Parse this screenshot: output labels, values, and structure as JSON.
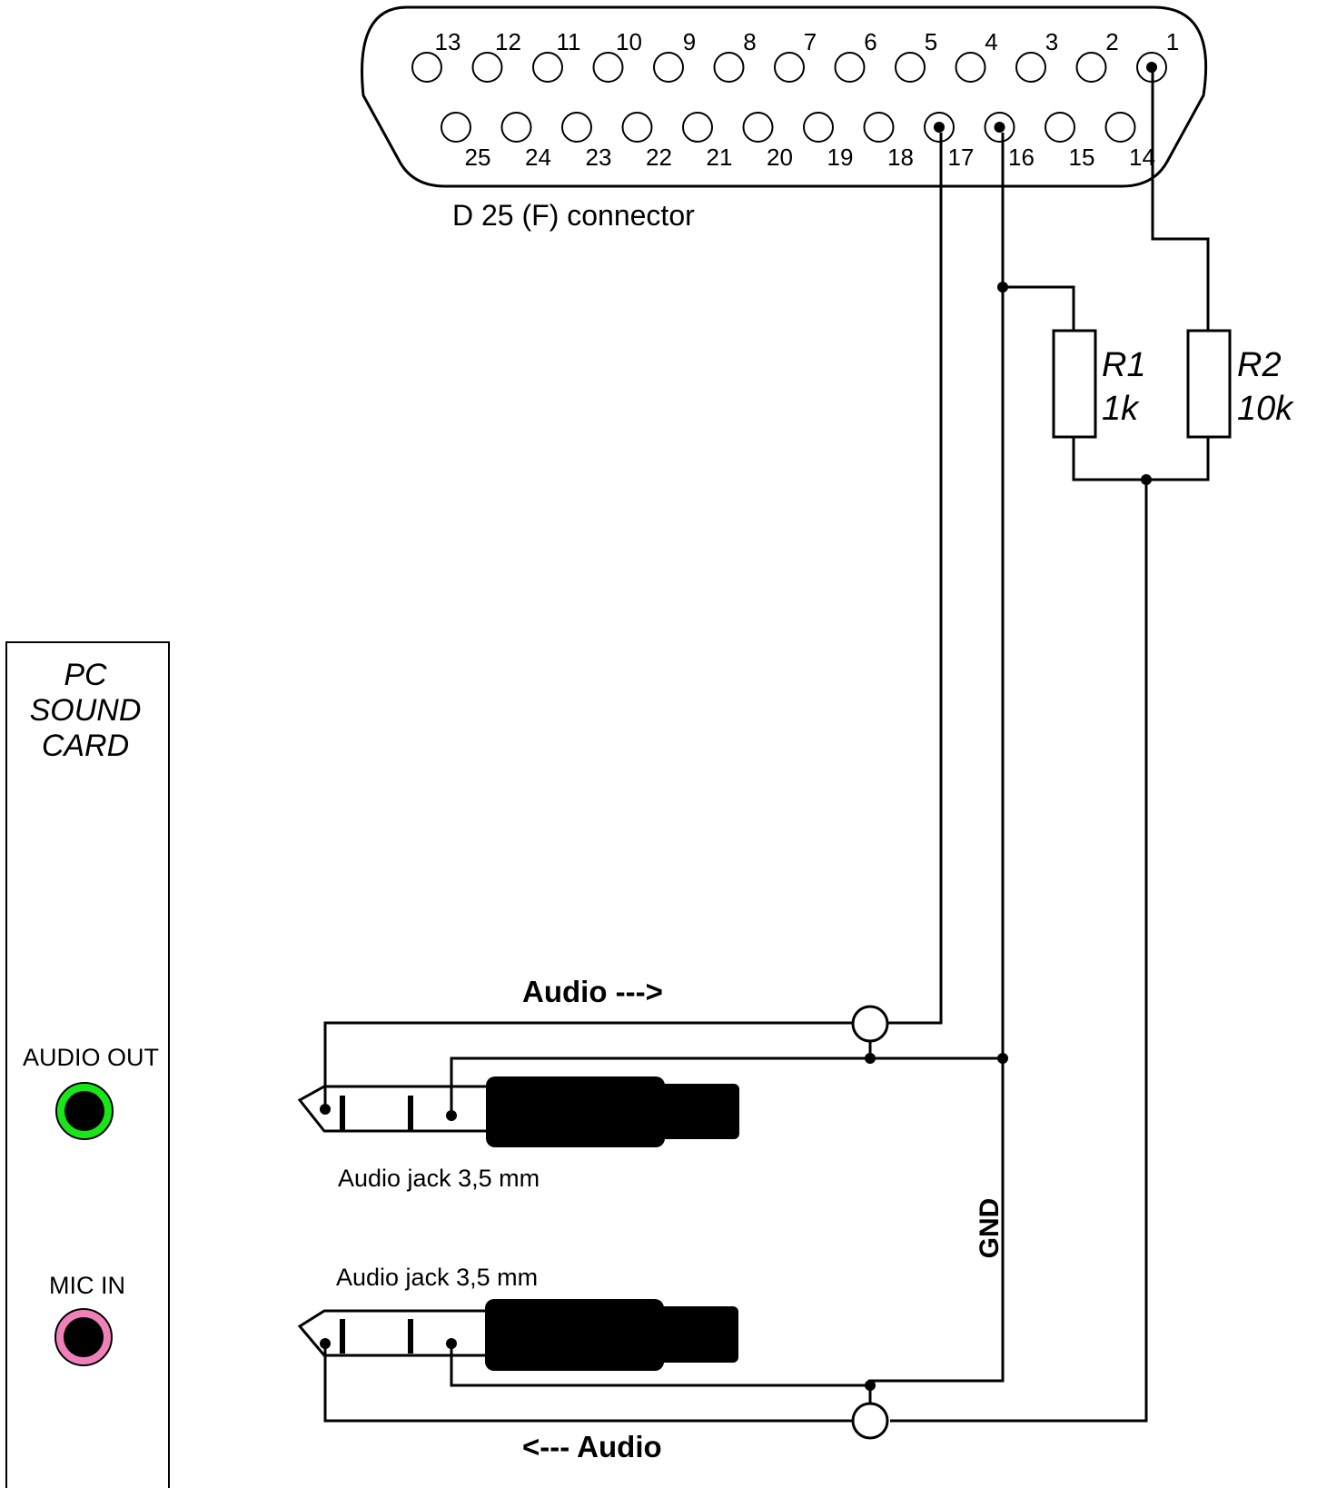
{
  "connector": {
    "label": "D 25 (F) connector",
    "pins_top": [
      "13",
      "12",
      "11",
      "10",
      "9",
      "8",
      "7",
      "6",
      "5",
      "4",
      "3",
      "2",
      "1"
    ],
    "pins_bottom": [
      "25",
      "24",
      "23",
      "22",
      "21",
      "20",
      "19",
      "18",
      "17",
      "16",
      "15",
      "14"
    ]
  },
  "resistors": [
    {
      "name": "R1",
      "value": "1k"
    },
    {
      "name": "R2",
      "value": "10k"
    }
  ],
  "sound_card": {
    "title_lines": [
      "PC",
      "SOUND",
      "CARD"
    ],
    "audio_out_label": "AUDIO OUT",
    "mic_in_label": "MIC IN",
    "audio_out_color": "#19e619",
    "mic_in_color": "#f080b8"
  },
  "jacks": {
    "top_label": "Audio jack 3,5 mm",
    "bottom_label": "Audio jack 3,5 mm"
  },
  "signals": {
    "audio_out": "Audio  --->",
    "audio_out_color": "#0a7a0a",
    "audio_in": "<---  Audio",
    "audio_in_color": "#ff00ff",
    "gnd": "GND"
  }
}
